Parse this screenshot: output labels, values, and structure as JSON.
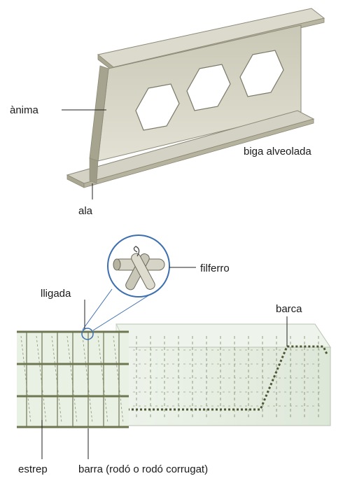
{
  "diagram": {
    "beam_labels": {
      "web": "ànima",
      "flange": "ala",
      "beam": "biga alveolada"
    },
    "rebar_labels": {
      "wire": "filferro",
      "tie": "lligada",
      "cage": "barca",
      "stirrup": "estrep",
      "bar": "barra (rodó o rodó corrugat)"
    }
  },
  "colors": {
    "steel_light": "#d8d6c8",
    "steel_mid": "#bcb9a6",
    "steel_dark": "#8d8a78",
    "concrete": "#e6eee2",
    "rebar": "#6f7652",
    "callout_circle": "#3d6fb0"
  }
}
